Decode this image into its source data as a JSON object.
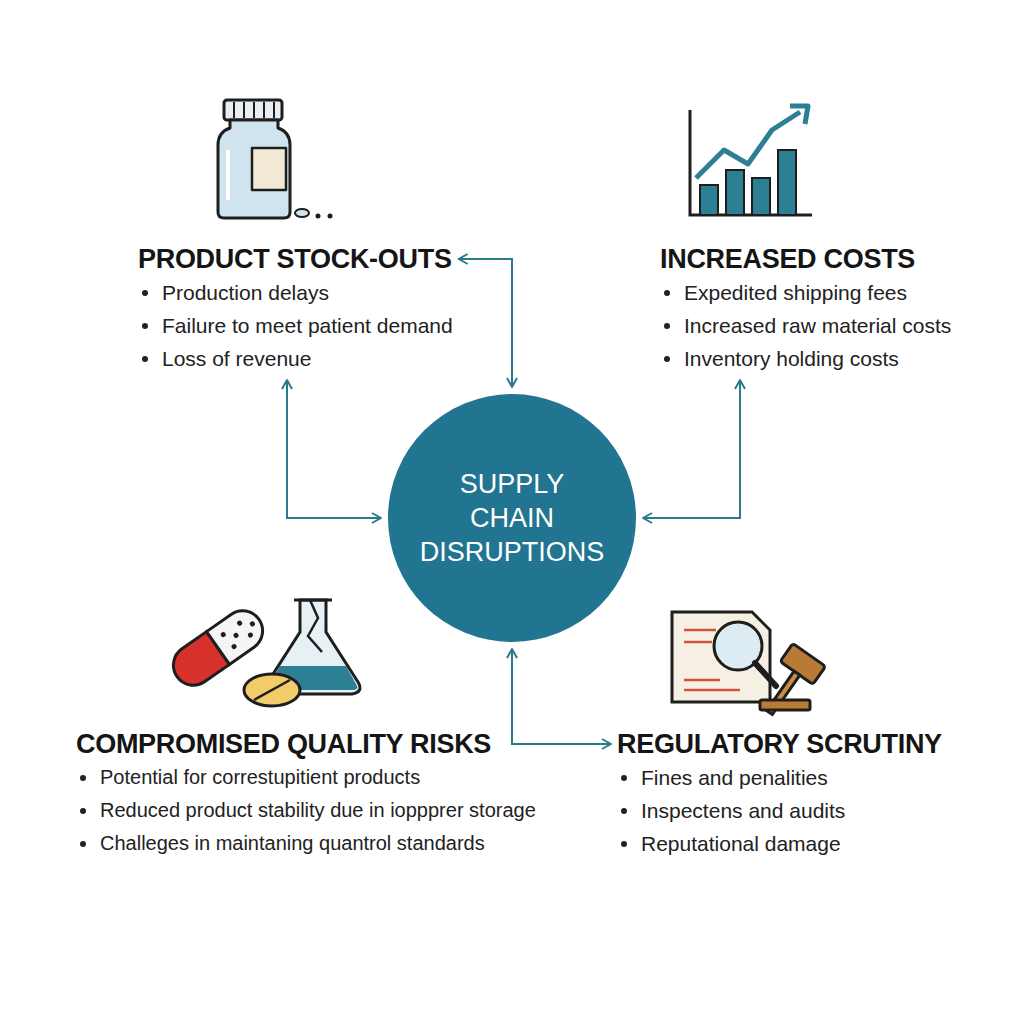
{
  "diagram": {
    "nodes": [
      {
        "text": [
          "PRODUCT STOCK-OUTS",
          "Production delays",
          "Failure to meet patient demand",
          "Loss of revenue"
        ]
      },
      {
        "text": [
          "INCREASED COSTS",
          "Expedited shipping fees",
          "Increased raw material costs",
          "Inventory holding costs"
        ]
      },
      {
        "text": [
          "SUPPLY CHAIN DISRUPTIONS"
        ]
      },
      {
        "text": [
          "COMPROMISED QUALITY RISKS",
          "Potential for correstupitient products",
          "Reduced product stability due in ioppprer storage",
          "Challeges in maintaning quantrol standards"
        ]
      },
      {
        "text": [
          "REGULATORY SCRUTINY",
          "Fines and penalities",
          "Inspectens and audits",
          "Reputational damage"
        ]
      }
    ],
    "edges": [
      {
        "from": 0,
        "to": 2,
        "arrow": "both"
      },
      {
        "from": 0,
        "to": 2,
        "arrow": "both"
      },
      {
        "from": 2,
        "to": 1,
        "arrow": "both"
      },
      {
        "from": 2,
        "to": 4,
        "arrow": "both"
      }
    ]
  }
}
